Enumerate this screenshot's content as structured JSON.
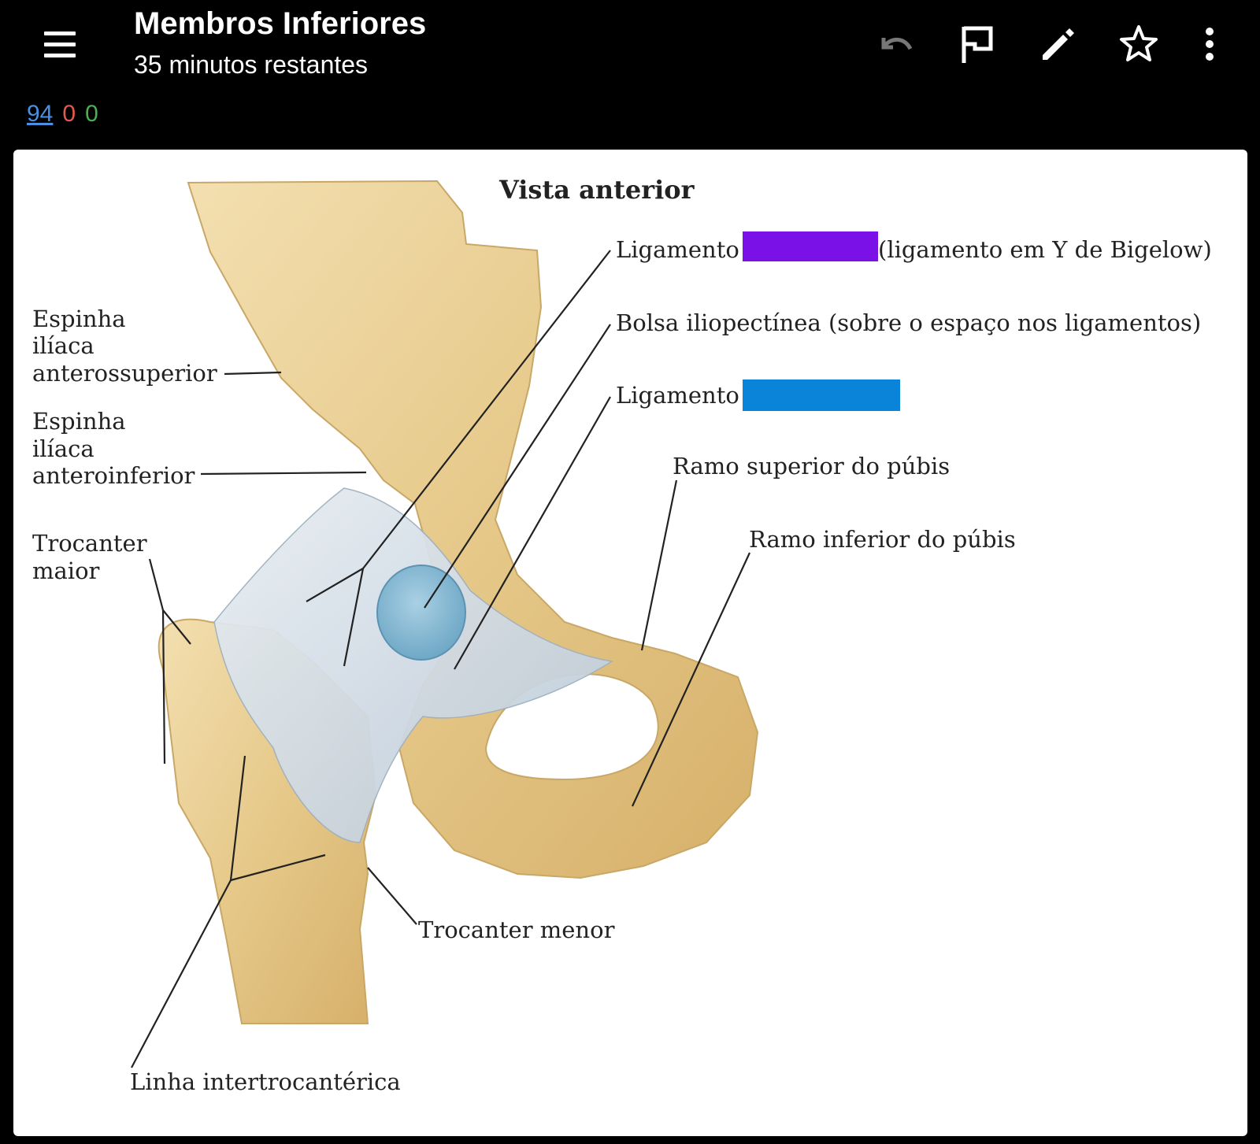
{
  "header": {
    "title": "Membros Inferiores",
    "subtitle": "35 minutos restantes",
    "actions": [
      "menu-icon",
      "undo-icon",
      "flag-icon",
      "edit-icon",
      "star-icon",
      "more-vert-icon"
    ]
  },
  "counts": {
    "new": "94",
    "learning": "0",
    "review": "0"
  },
  "colors": {
    "new": "#4a8fe0",
    "learning": "#e15a4d",
    "review": "#4caf50",
    "mask_1": "#7a12e8",
    "mask_2": "#0a84d8"
  },
  "figure": {
    "title": "Vista anterior",
    "labels": {
      "espinha_ant_sup": [
        "Espinha",
        "ilíaca",
        "anterossuperior"
      ],
      "espinha_ant_inf": [
        "Espinha",
        "ilíaca",
        "anteroinferior"
      ],
      "trocanter_maior": [
        "Trocanter",
        "maior"
      ],
      "ligamento_1_prefix": "Ligamento",
      "ligamento_1_suffix": "(ligamento em Y de Bigelow)",
      "bolsa": "Bolsa iliopectínea (sobre o espaço nos ligamentos)",
      "ligamento_2_prefix": "Ligamento",
      "ramo_superior": "Ramo superior do púbis",
      "ramo_inferior": "Ramo inferior do púbis",
      "trocanter_menor": "Trocanter menor",
      "linha_intertrocanterica": "Linha intertrocantérica"
    }
  }
}
